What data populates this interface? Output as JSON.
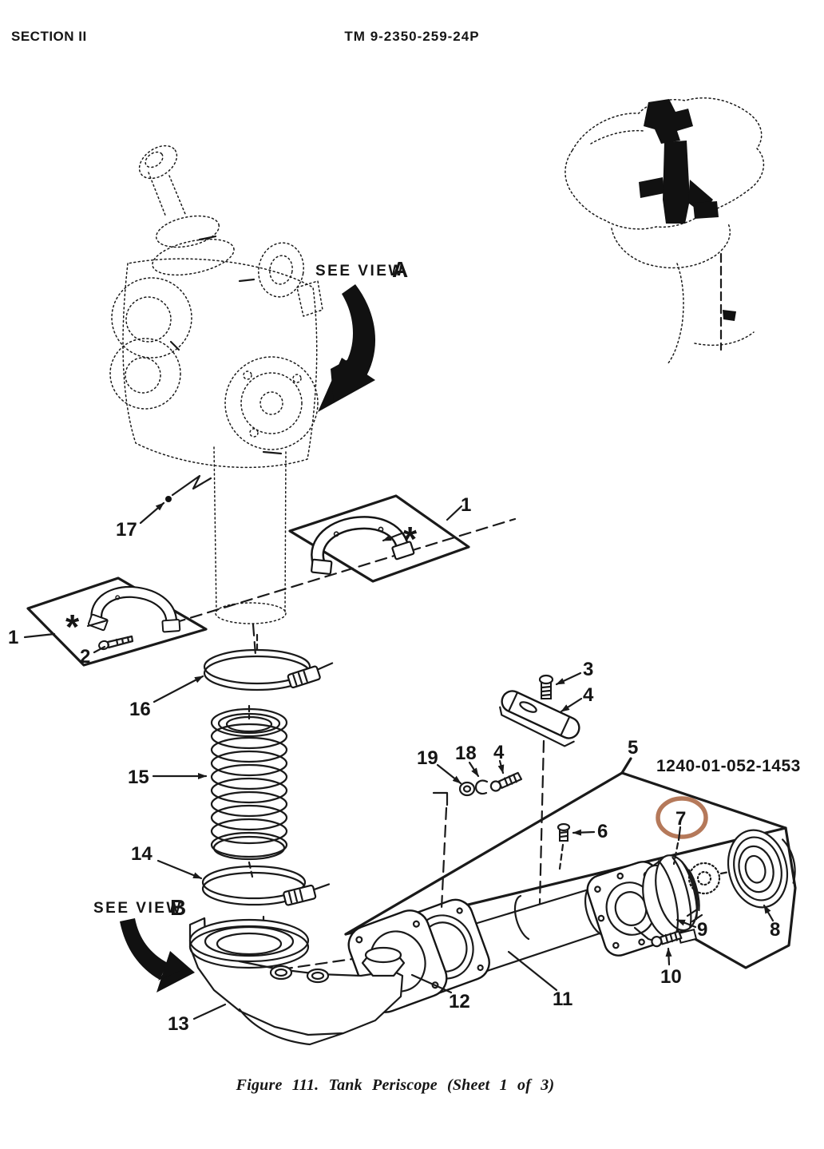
{
  "page": {
    "section_label": "SECTION II",
    "tm_number": "TM  9-2350-259-24P",
    "caption": "Figure 111. Tank Periscope (Sheet 1 of 3)"
  },
  "views": {
    "view_a_prefix": "SEE VIEW",
    "view_a_letter": "A",
    "view_b_prefix": "SEE VIEW",
    "view_b_letter": "B"
  },
  "highlight": {
    "nsn": "1240-01-052-1453",
    "color": "#b5795a",
    "circled_callout": "7"
  },
  "symbols": {
    "asterisk": "*"
  },
  "callouts": {
    "c1_left": "1",
    "c1_right": "1",
    "c2": "2",
    "c3": "3",
    "c4_handle": "4",
    "c4_screw": "4",
    "c5": "5",
    "c6": "6",
    "c7": "7",
    "c8": "8",
    "c9": "9",
    "c10": "10",
    "c11": "11",
    "c12": "12",
    "c13": "13",
    "c14": "14",
    "c15": "15",
    "c16": "16",
    "c17": "17",
    "c18": "18",
    "c19": "19"
  }
}
